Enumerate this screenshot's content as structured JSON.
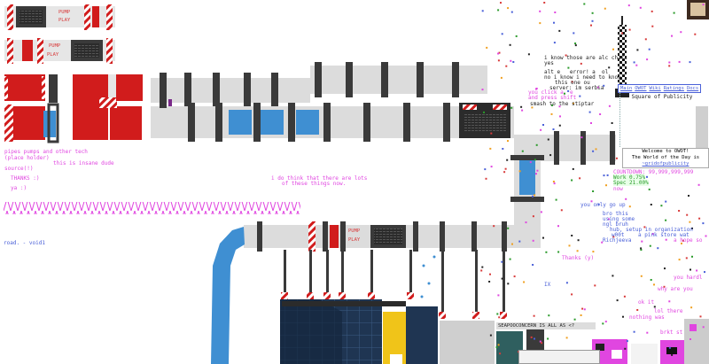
{
  "pipe_labels": {
    "top_pump": [
      "PUMP",
      "PLAY"
    ],
    "second_pump": [
      "PUMP",
      "PLAY"
    ],
    "lower_pump": [
      "PUMP",
      "PLAY"
    ]
  },
  "left_texts": [
    "pipes pumps and other tech",
    "(place holder)",
    "this is insane dude",
    "source(!)",
    "THANKS :)",
    "ya :)"
  ],
  "road_text": "road. - void1",
  "middle_note": [
    "i do think that there are lots",
    "of these things now."
  ],
  "chat_lines": [
    "i know those are alc chars",
    "yes",
    "alt e   error! a  ol",
    "no i know i need to know",
    "this one ou",
    "server: im serbia",
    "you click a  e",
    "and press shift",
    "smash to the stiptar"
  ],
  "owot_menu": [
    "Main",
    "OWOT",
    "Wiki",
    "Ratings",
    "Docs"
  ],
  "owot_title": "Square of Publicity",
  "welcome": {
    "line1": "Welcome to OWOT!",
    "line2": "The World of the Day is",
    "line3": "~gridofpublicity"
  },
  "countdown": {
    "label": "COUNTDOWN: 99,999,999,999",
    "row1": "Work 0.75%",
    "row2": "Spec 21.00%",
    "row3": "now"
  },
  "right_scatter": [
    "you only go up",
    "bro this",
    "using some",
    "ngl bruh",
    "hub, setup in organization",
    "w00t",
    "a pink store wat",
    "Richjeeva",
    "Thanks (y)",
    "IX",
    "a hope so",
    "you hardl",
    "why are you",
    "ok it",
    "lol there",
    "nothing was",
    "brkt st"
  ],
  "chat_header": "SEAPOOCONCERN IS ALL AS <?",
  "colors": {
    "pipe_grey": "#d8d8d8",
    "pipe_dark": "#3a3a3a",
    "pump_red": "#d11c1c",
    "water_blue": "#3f8fd2",
    "text_pink": "#e046e0",
    "text_blue": "#4a60d8",
    "tower_black": "#222222"
  }
}
